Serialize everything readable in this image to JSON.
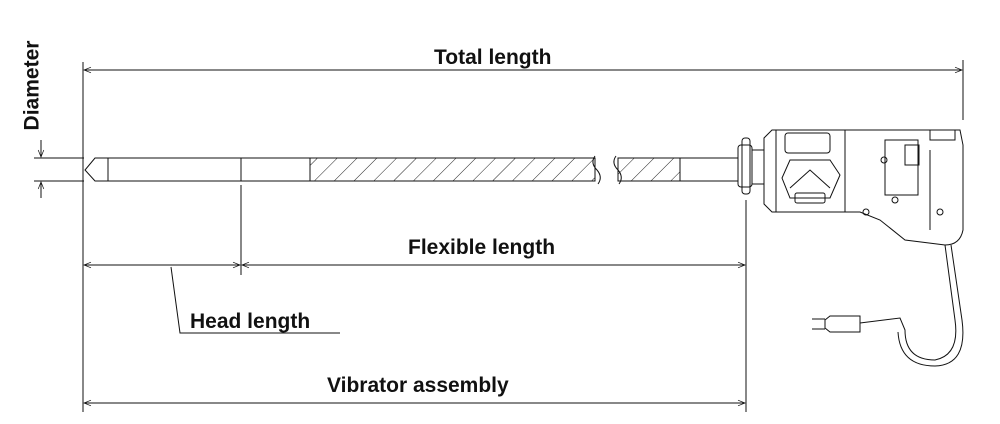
{
  "labels": {
    "total_length": "Total length",
    "flexible_length": "Flexible length",
    "head_length": "Head length",
    "vibrator_assembly": "Vibrator assembly",
    "diameter": "Diameter"
  },
  "colors": {
    "line": "#111111",
    "background": "#ffffff"
  }
}
